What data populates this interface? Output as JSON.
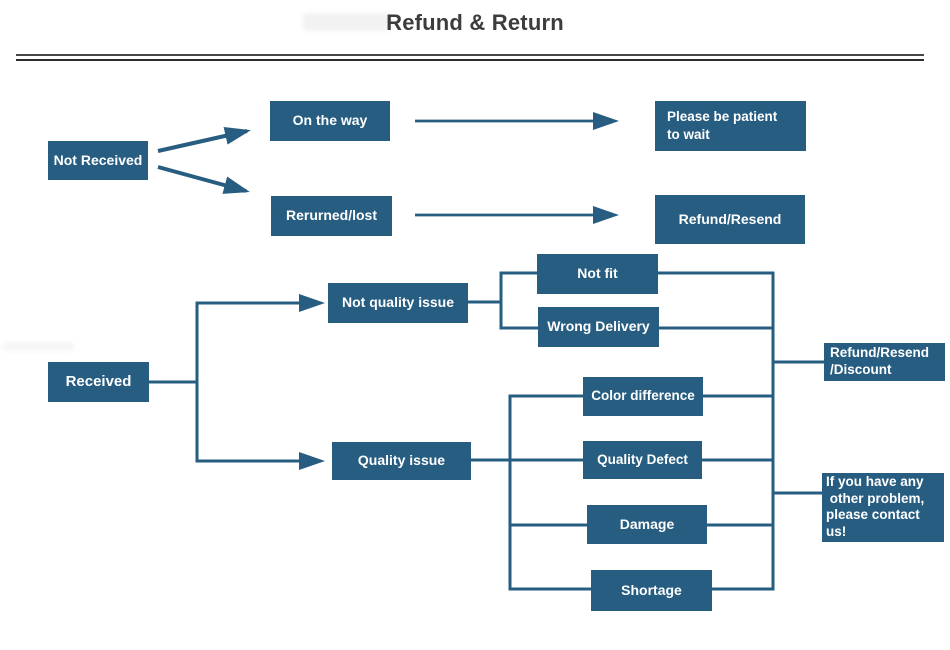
{
  "title": "Refund & Return",
  "colors": {
    "node_fill": "#265d81",
    "node_text": "#ffffff",
    "title_text": "#3d3c3a",
    "rule_top": "#4a4643",
    "rule_bottom": "#2e2b28"
  },
  "nodes": {
    "not_received": "Not Received",
    "on_the_way": "On the way",
    "returned_lost": "Rerurned/lost",
    "please_wait": "Please be patient\nto wait",
    "refund_resend": "Refund/Resend",
    "received": "Received",
    "not_quality_issue": "Not quality issue",
    "quality_issue": "Quality issue",
    "not_fit": "Not fit",
    "wrong_delivery": "Wrong Delivery",
    "color_difference": "Color difference",
    "quality_defect": "Quality Defect",
    "damage": "Damage",
    "shortage": "Shortage",
    "refund_resend_discount": "Refund/Resend\n/Discount",
    "other_problem": "If you have any\n other problem,\nplease contact\nus!"
  },
  "edges": [
    {
      "from": "not_received",
      "to": "on_the_way",
      "arrow": true
    },
    {
      "from": "not_received",
      "to": "returned_lost",
      "arrow": true
    },
    {
      "from": "on_the_way",
      "to": "please_wait",
      "arrow": true
    },
    {
      "from": "returned_lost",
      "to": "refund_resend",
      "arrow": true
    },
    {
      "from": "received",
      "to": "not_quality_issue",
      "arrow": true
    },
    {
      "from": "received",
      "to": "quality_issue",
      "arrow": true
    },
    {
      "from": "not_quality_issue",
      "to": "not_fit",
      "arrow": false
    },
    {
      "from": "not_quality_issue",
      "to": "wrong_delivery",
      "arrow": false
    },
    {
      "from": "quality_issue",
      "to": "color_difference",
      "arrow": false
    },
    {
      "from": "quality_issue",
      "to": "quality_defect",
      "arrow": false
    },
    {
      "from": "quality_issue",
      "to": "damage",
      "arrow": false
    },
    {
      "from": "quality_issue",
      "to": "shortage",
      "arrow": false
    },
    {
      "from": "not_fit",
      "to": "refund_resend_discount",
      "arrow": false
    },
    {
      "from": "wrong_delivery",
      "to": "refund_resend_discount",
      "arrow": false
    },
    {
      "from": "color_difference",
      "to": "refund_resend_discount",
      "arrow": false
    },
    {
      "from": "quality_defect",
      "to": "refund_resend_discount",
      "arrow": false
    },
    {
      "from": "damage",
      "to": "other_problem",
      "arrow": false
    },
    {
      "from": "shortage",
      "to": "other_problem",
      "arrow": false
    }
  ]
}
